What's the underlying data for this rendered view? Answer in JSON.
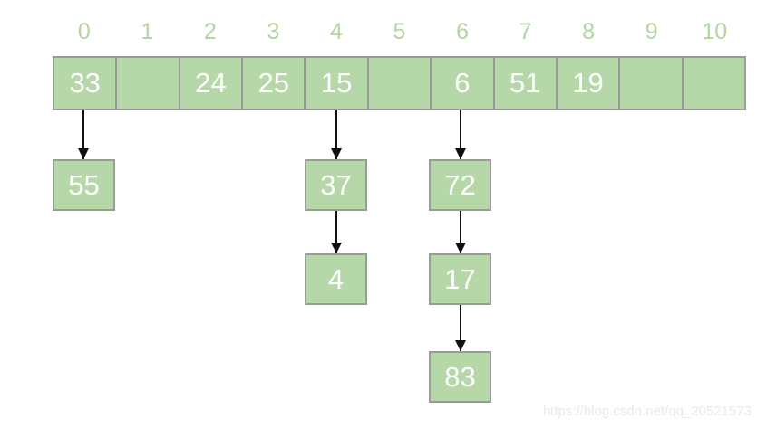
{
  "array": {
    "indices": [
      "0",
      "1",
      "2",
      "3",
      "4",
      "5",
      "6",
      "7",
      "8",
      "9",
      "10"
    ],
    "cells": [
      "33",
      "",
      "24",
      "25",
      "15",
      "",
      "6",
      "51",
      "19",
      "",
      ""
    ]
  },
  "chains": [
    {
      "array_index": "0",
      "nodes": [
        "55"
      ]
    },
    {
      "array_index": "4",
      "nodes": [
        "37",
        "4"
      ]
    },
    {
      "array_index": "6",
      "nodes": [
        "72",
        "17",
        "83"
      ]
    }
  ],
  "watermark": {
    "text": "https://blog.csdn.net/qq_20521573"
  },
  "colors": {
    "cell_fill": "#b6d7a8",
    "cell_border": "#9a9a9a",
    "index_text": "#b2d5a2",
    "value_text": "#ffffff",
    "arrow": "#111111",
    "watermark_text": "#e9e9e9",
    "background": "#ffffff"
  }
}
